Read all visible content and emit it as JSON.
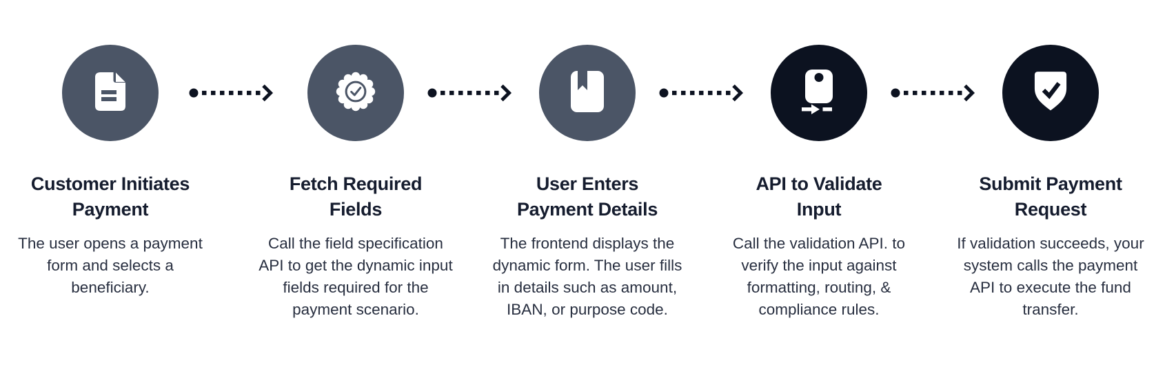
{
  "flow": {
    "steps": [
      {
        "title": "Customer Initiates\nPayment",
        "description": "The user opens a payment form and selects a beneficiary.",
        "icon": "document-icon",
        "circle_color": "#4b5566"
      },
      {
        "title": "Fetch Required\nFields",
        "description": "Call the field specification API to get the dynamic input fields required for the payment scenario.",
        "icon": "badge-check-icon",
        "circle_color": "#4b5566"
      },
      {
        "title": "User Enters\nPayment Details",
        "description": "The frontend displays the dynamic form. The user fills in details such as amount, IBAN, or purpose code.",
        "icon": "book-bookmark-icon",
        "circle_color": "#0c1220",
        "circle_color_note": "#4b5566"
      },
      {
        "title": "API to Validate\nInput",
        "description": "Call the validation API. to verify the input against formatting, routing, & compliance rules.",
        "icon": "device-input-arrow-icon",
        "circle_color": "#0c1220"
      },
      {
        "title": "Submit Payment\nRequest",
        "description": "If validation succeeds, your system calls the payment API to execute the fund transfer.",
        "icon": "shield-check-icon",
        "circle_color": "#0c1220"
      }
    ],
    "connector": {
      "type": "dotted-arrow",
      "color": "#0c1220",
      "count": 4
    }
  },
  "colors": {
    "background": "#ffffff",
    "slate_circle": "#4b5566",
    "dark_circle": "#0c1220",
    "title_text": "#151c2e",
    "body_text": "#272e3f",
    "icon_fill": "#ffffff"
  }
}
